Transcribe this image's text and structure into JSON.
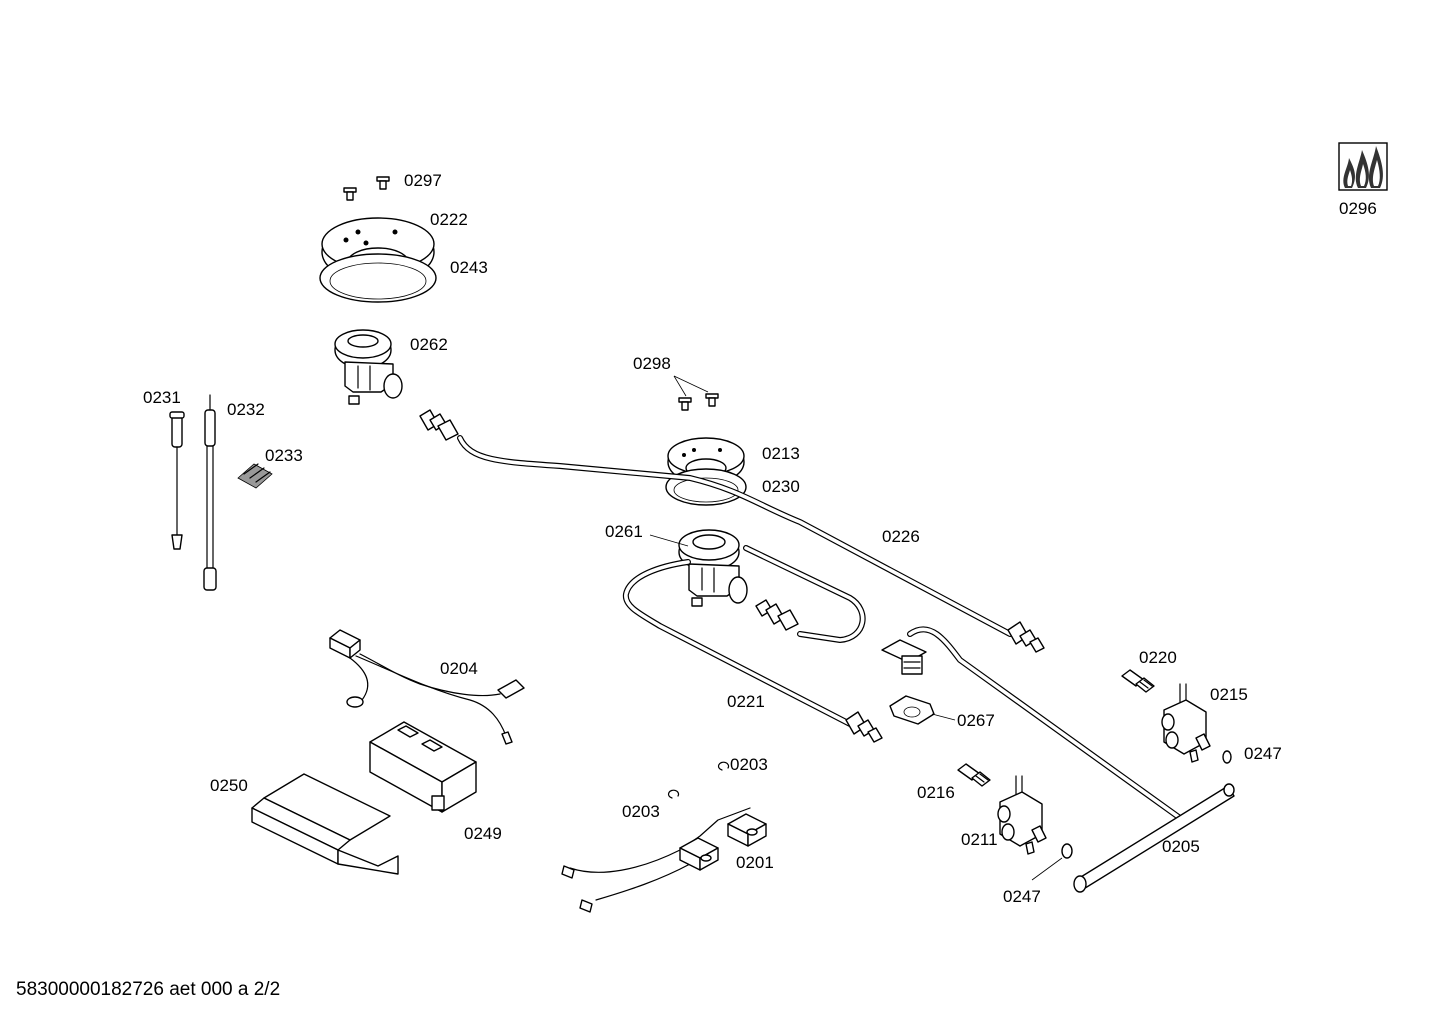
{
  "labels": {
    "p0297": "0297",
    "p0222": "0222",
    "p0243": "0243",
    "p0262": "0262",
    "p0231": "0231",
    "p0232": "0232",
    "p0233": "0233",
    "p0298": "0298",
    "p0213": "0213",
    "p0230": "0230",
    "p0226": "0226",
    "p0261": "0261",
    "p0204": "0204",
    "p0221": "0221",
    "p0220": "0220",
    "p0215": "0215",
    "p0267": "0267",
    "p0247a": "0247",
    "p0203a": "0203",
    "p0250": "0250",
    "p0216": "0216",
    "p0203b": "0203",
    "p0249": "0249",
    "p0211": "0211",
    "p0205": "0205",
    "p0201": "0201",
    "p0247b": "0247",
    "p0296": "0296"
  },
  "footer": "58300000182726 aet 000 a 2/2",
  "icons": {
    "flame_logo": "flame-logo-icon"
  }
}
